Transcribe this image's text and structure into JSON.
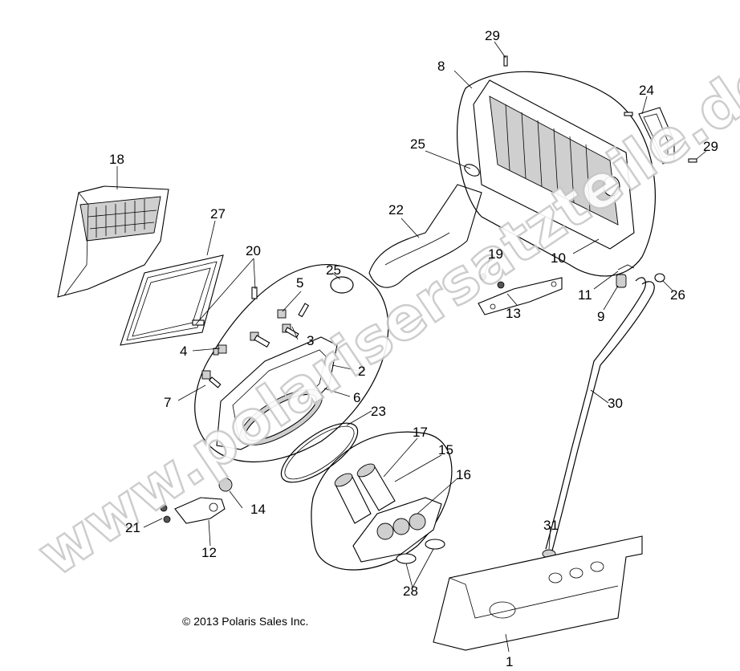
{
  "callouts": {
    "c1": "1",
    "c2": "2",
    "c3": "3",
    "c4": "4",
    "c5": "5",
    "c6": "6",
    "c7": "7",
    "c8": "8",
    "c9": "9",
    "c10": "10",
    "c11": "11",
    "c12": "12",
    "c13": "13",
    "c14": "14",
    "c15": "15",
    "c16": "16",
    "c17": "17",
    "c18": "18",
    "c19": "19",
    "c20": "20",
    "c21": "21",
    "c22": "22",
    "c23": "23",
    "c24": "24",
    "c25a": "25",
    "c25b": "25",
    "c26": "26",
    "c27": "27",
    "c28": "28",
    "c29a": "29",
    "c29b": "29",
    "c30": "30",
    "c31": "31"
  },
  "copyright": "© 2013 Polaris Sales Inc.",
  "watermark": "www.polarisersatzteile.de"
}
